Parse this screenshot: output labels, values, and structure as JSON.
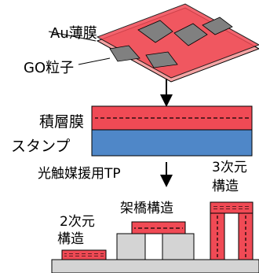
{
  "labels": {
    "au_film": "Au薄膜",
    "go_particles": "GO粒子",
    "laminated_film": "積層膜",
    "stamp": "スタンプ",
    "photocatalyst_tp": "光触媒援用TP",
    "structure_2d_line1": "2次元",
    "structure_2d_line2": "構造",
    "bridge_structure": "架橋構造",
    "structure_3d_line1": "3次元",
    "structure_3d_line2": "構造"
  },
  "colors": {
    "film_red": "#f04a55",
    "film_pink": "#f4a4a4",
    "stamp_blue": "#4f87c8",
    "particle_gray": "#808080",
    "block_gray": "#d4d4d4",
    "outline": "#000000"
  }
}
